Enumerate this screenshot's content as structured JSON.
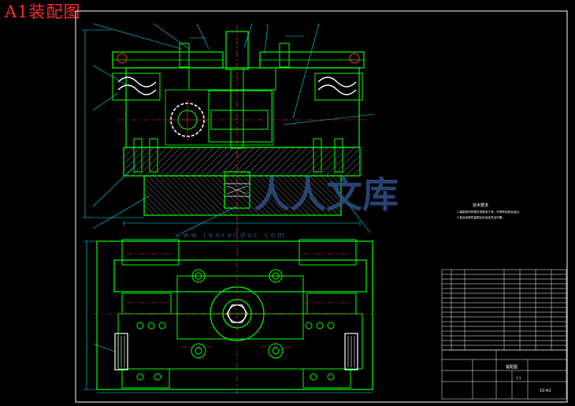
{
  "title": "A1装配图",
  "watermark": {
    "cn": "人人文库",
    "url": "w w w . r e n r e n d o c . c o m"
  },
  "notes": {
    "heading": "技术要求",
    "lines": [
      "1.装配前所有零件须清洗干净，不得有毛刺及油污。",
      "2.各运动部件装配后应运动灵活可靠。"
    ]
  },
  "title_block": {
    "drawing_name": "装配图",
    "drawing_no": "10-A1",
    "scale": "1:1"
  },
  "colors": {
    "background": "#000000",
    "frame": "#ffffff",
    "outline": "#00ff00",
    "center": "#ff3030",
    "dimension": "#00e5ff",
    "hatch": "#ffffff",
    "title": "#ff2d2d",
    "watermark": "#2e4f86"
  }
}
